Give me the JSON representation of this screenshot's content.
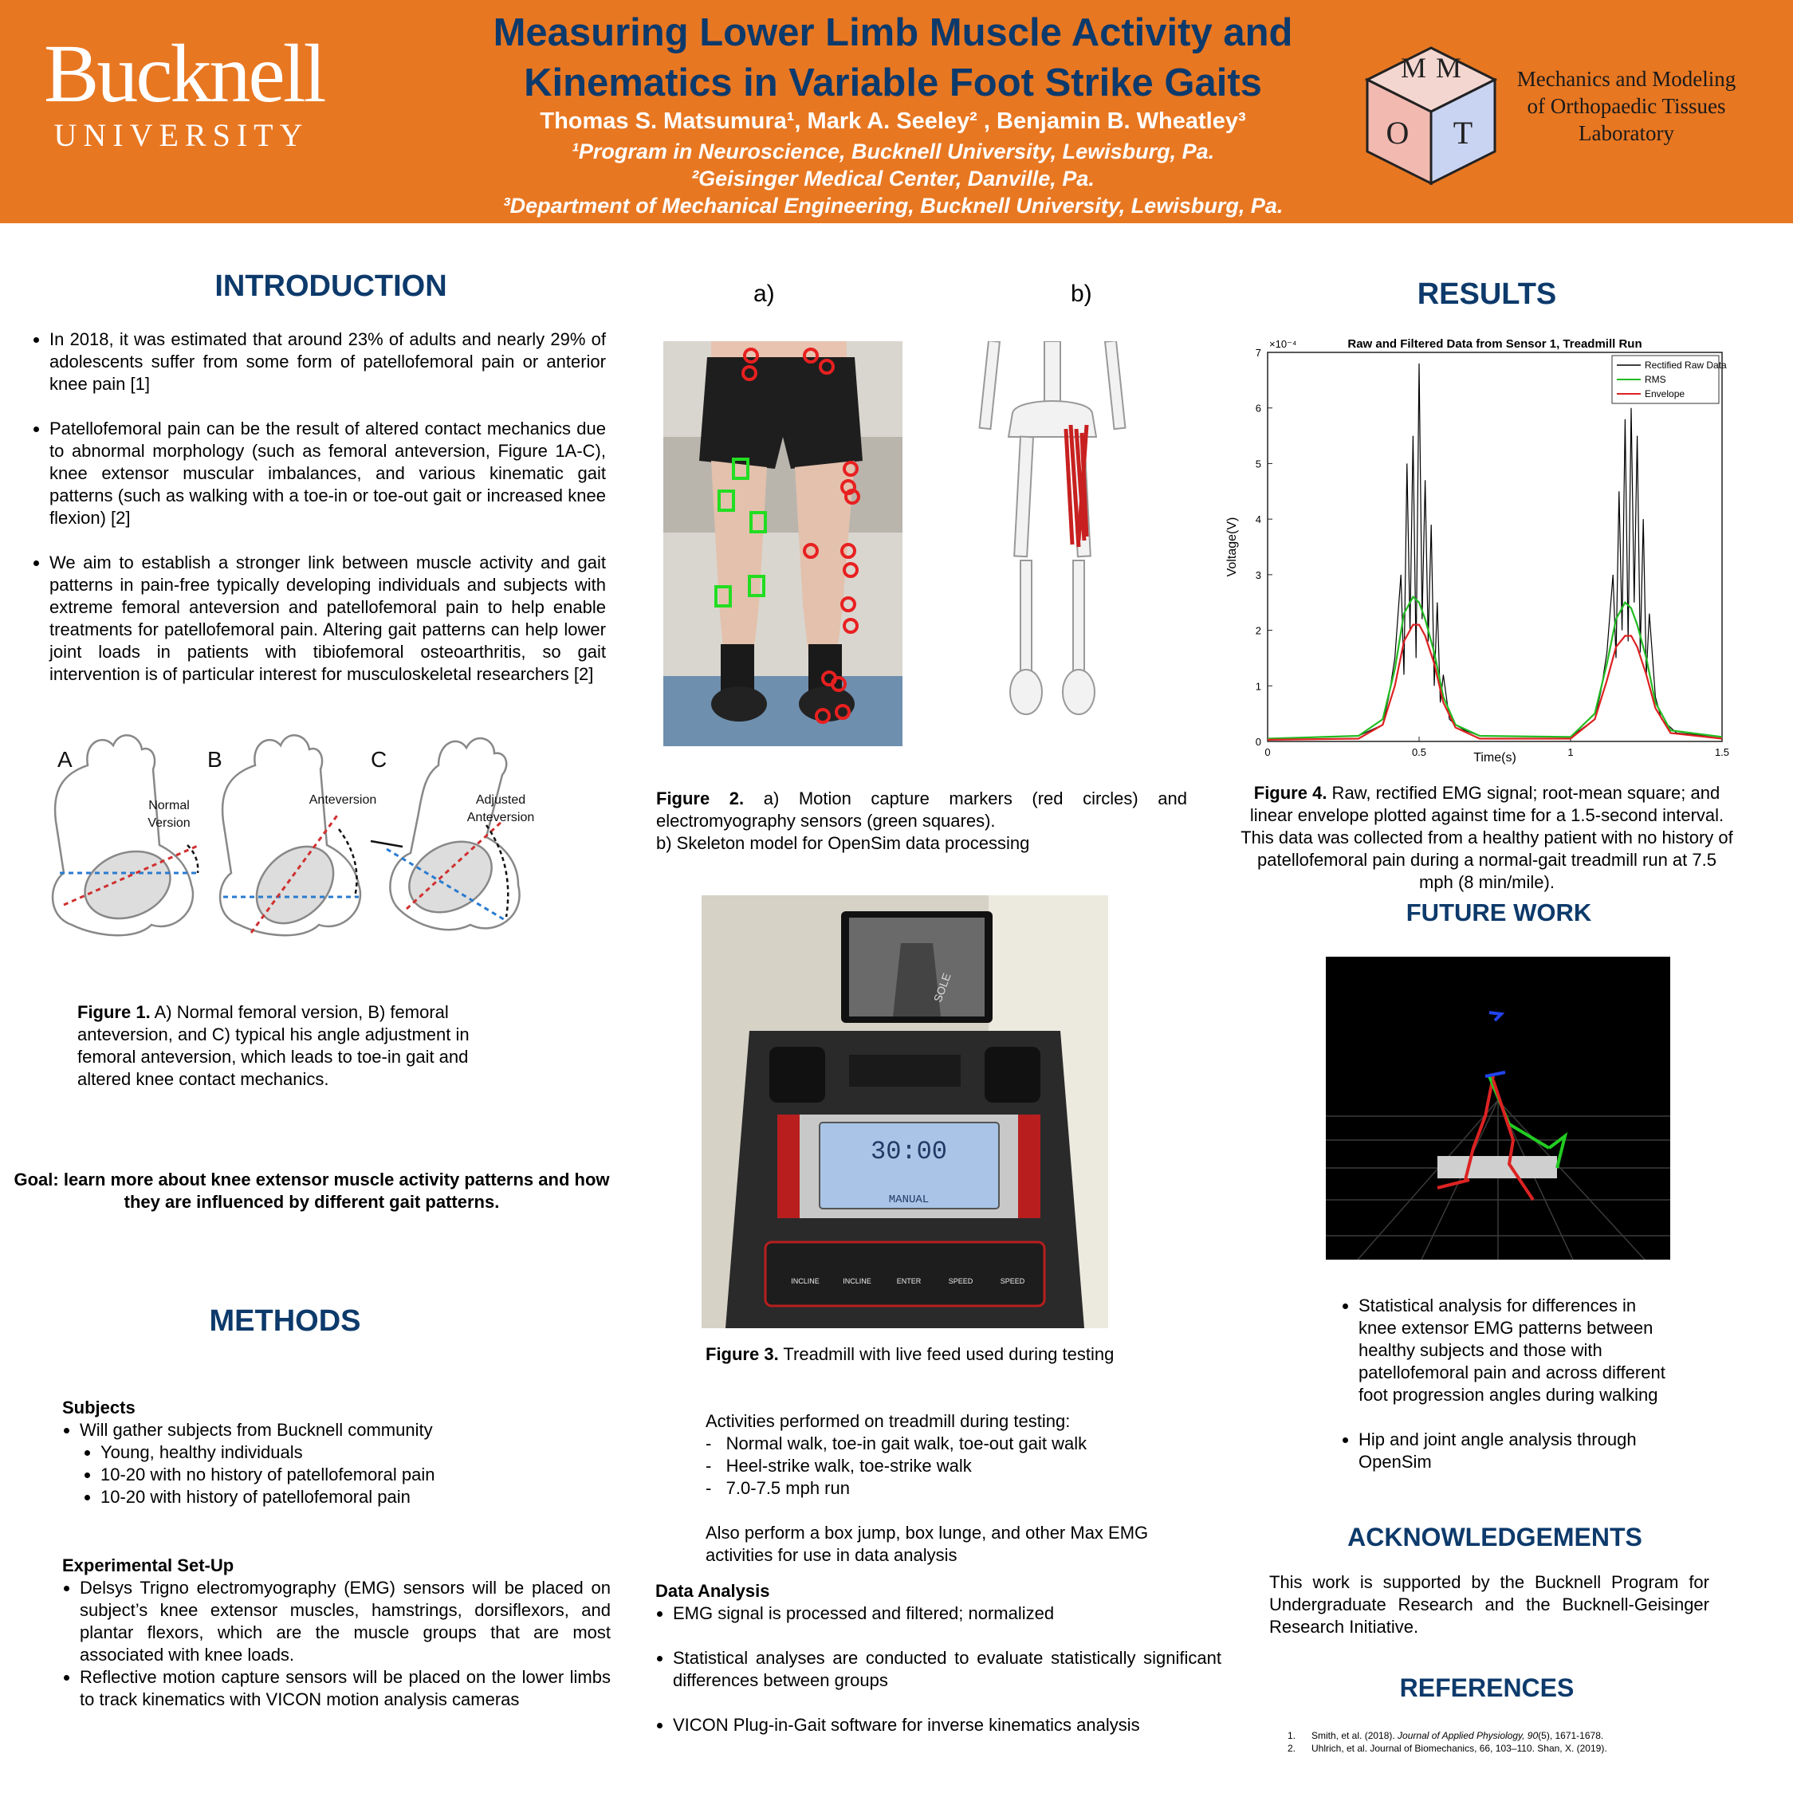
{
  "header": {
    "logo_word": "Bucknell",
    "logo_sub": "UNIVERSITY",
    "title_line1": "Measuring Lower Limb Muscle Activity and",
    "title_line2": "Kinematics in Variable Foot Strike Gaits",
    "authors": "Thomas S. Matsumura¹, Mark A. Seeley² , Benjamin B. Wheatley³",
    "affiliation1": "¹Program in Neuroscience, Bucknell University, Lewisburg, Pa.",
    "affiliation2": "²Geisinger Medical Center, Danville, Pa.",
    "affiliation3": "³Department of Mechanical Engineering, Bucknell University, Lewisburg, Pa.",
    "lab_logo_letters": [
      "M",
      "M",
      "O",
      "T"
    ],
    "lab_name_line1": "Mechanics and Modeling",
    "lab_name_line2": "of Orthopaedic Tissues",
    "lab_name_line3": "Laboratory"
  },
  "intro": {
    "heading": "INTRODUCTION",
    "bullets": [
      "In 2018, it was estimated that around 23% of adults and nearly 29% of adolescents suffer from some form of patellofemoral pain or anterior knee pain [1]",
      "Patellofemoral pain can be the result of altered contact mechanics due to abnormal morphology (such as femoral anteversion, Figure 1A-C), knee extensor muscular imbalances, and various kinematic gait patterns (such as walking with a toe-in or toe-out gait or increased knee flexion) [2]",
      "We aim to establish a stronger link between muscle activity and gait patterns in pain-free typically developing individuals and subjects with extreme femoral anteversion and patellofemoral pain to help enable treatments for patellofemoral pain.  Altering gait patterns can help lower joint loads in patients with tibiofemoral osteoarthritis, so gait intervention is of particular interest for musculoskeletal researchers [2]"
    ]
  },
  "figure1": {
    "panel_a": "A",
    "panel_b": "B",
    "panel_c": "C",
    "label_a1": "Normal",
    "label_a2": "Version",
    "label_b": "Anteversion",
    "label_c1": "Adjusted",
    "label_c2": "Anteversion",
    "caption_bold": "Figure 1.",
    "caption_text": "  A) Normal femoral version, B) femoral anteversion, and C) typical his angle adjustment in femoral anteversion, which leads to toe-in gait and altered knee contact mechanics."
  },
  "goal": "Goal: learn more about knee extensor muscle activity patterns and how they are influenced by different gait patterns.",
  "methods": {
    "heading": "METHODS",
    "subjects_heading": "Subjects",
    "subjects_main": "Will  gather subjects from Bucknell community",
    "subjects_sub": [
      "Young, healthy individuals",
      "10-20 with no history of patellofemoral pain",
      "10-20 with history of patellofemoral pain"
    ],
    "setup_heading": "Experimental Set-Up",
    "setup_bullets": [
      "Delsys Trigno electromyography (EMG) sensors will be placed on subject’s knee extensor muscles, hamstrings, dorsiflexors, and plantar flexors, which are the muscle groups that are most associated with knee loads.",
      "Reflective motion capture sensors will be placed on the lower limbs to track kinematics with VICON motion analysis cameras"
    ]
  },
  "figure2": {
    "label_a": "a)",
    "label_b": "b)",
    "caption_bold": "Figure 2.",
    "caption_line1": " a) Motion capture markers (red circles) and electromyography sensors (green  squares).",
    "caption_line2": "b) Skeleton model for OpenSim data processing"
  },
  "figure3": {
    "console_brand": "SOLE",
    "console_time": "30:00",
    "console_mode": "MANUAL",
    "console_buttons": [
      "INCLINE",
      "INCLINE",
      "ENTER",
      "SPEED",
      "SPEED"
    ],
    "caption_bold": "Figure 3.",
    "caption_text": "  Treadmill with live feed used during testing",
    "activities_intro": "Activities performed on treadmill during testing:",
    "activities": [
      "Normal walk, toe-in gait walk, toe-out gait walk",
      "Heel-strike walk, toe-strike walk",
      "7.0-7.5 mph run"
    ],
    "also": "Also perform a box jump, box lunge, and other Max EMG activities for use in data analysis"
  },
  "data_analysis": {
    "heading": "Data Analysis",
    "bullets": [
      "EMG signal is processed and filtered; normalized",
      "Statistical analyses are conducted to evaluate statistically significant differences between groups",
      "VICON Plug-in-Gait software for inverse kinematics analysis"
    ]
  },
  "results": {
    "heading": "RESULTS",
    "caption_bold": "Figure 4.",
    "caption_text": " Raw, rectified EMG signal; root-mean square; and linear envelope plotted against time for a 1.5-second interval.  This data was collected from a healthy patient with no history of patellofemoral pain during a normal-gait treadmill run at 7.5 mph (8 min/mile)."
  },
  "chart_data": {
    "type": "line",
    "title": "Raw and Filtered Data from Sensor 1, Treadmill Run",
    "xlabel": "Time(s)",
    "ylabel": "Voltage(V)",
    "y_multiplier": "×10⁻⁴",
    "xlim": [
      0,
      1.5
    ],
    "ylim": [
      0,
      7
    ],
    "x_ticks": [
      "0",
      "0.5",
      "1",
      "1.5"
    ],
    "y_ticks": [
      "0",
      "1",
      "2",
      "3",
      "4",
      "5",
      "6",
      "7"
    ],
    "grid": false,
    "legend_position": "top-right",
    "series": [
      {
        "name": "Rectified Raw Data",
        "color": "#000000",
        "x": [
          0,
          0.3,
          0.38,
          0.4,
          0.42,
          0.44,
          0.45,
          0.46,
          0.47,
          0.48,
          0.49,
          0.5,
          0.51,
          0.52,
          0.53,
          0.54,
          0.55,
          0.56,
          0.57,
          0.58,
          0.6,
          0.62,
          0.65,
          0.7,
          1.0,
          1.08,
          1.1,
          1.12,
          1.14,
          1.15,
          1.16,
          1.17,
          1.18,
          1.19,
          1.2,
          1.21,
          1.22,
          1.23,
          1.24,
          1.25,
          1.26,
          1.28,
          1.3,
          1.35,
          1.5
        ],
        "y": [
          0.05,
          0.1,
          0.3,
          0.8,
          1.5,
          3.0,
          1.2,
          5.0,
          2.0,
          5.5,
          1.5,
          6.8,
          2.2,
          4.7,
          1.8,
          3.9,
          1.0,
          2.5,
          0.7,
          1.2,
          0.4,
          0.3,
          0.2,
          0.1,
          0.08,
          0.4,
          0.9,
          1.6,
          3.0,
          1.5,
          4.5,
          2.0,
          5.8,
          1.8,
          6.0,
          2.5,
          5.5,
          1.6,
          4.0,
          1.2,
          2.3,
          0.8,
          0.4,
          0.15,
          0.08
        ]
      },
      {
        "name": "RMS",
        "color": "#22bb22",
        "x": [
          0,
          0.3,
          0.38,
          0.42,
          0.45,
          0.48,
          0.5,
          0.52,
          0.55,
          0.58,
          0.62,
          0.7,
          1.0,
          1.08,
          1.12,
          1.15,
          1.18,
          1.2,
          1.22,
          1.25,
          1.28,
          1.33,
          1.5
        ],
        "y": [
          0.05,
          0.1,
          0.4,
          1.3,
          2.3,
          2.6,
          2.5,
          2.2,
          1.6,
          0.8,
          0.3,
          0.1,
          0.08,
          0.5,
          1.4,
          2.2,
          2.5,
          2.4,
          2.1,
          1.5,
          0.7,
          0.2,
          0.08
        ]
      },
      {
        "name": "Envelope",
        "color": "#dd2222",
        "x": [
          0,
          0.3,
          0.38,
          0.42,
          0.45,
          0.48,
          0.5,
          0.52,
          0.55,
          0.58,
          0.62,
          0.7,
          1.0,
          1.08,
          1.12,
          1.15,
          1.18,
          1.2,
          1.22,
          1.25,
          1.28,
          1.33,
          1.5
        ],
        "y": [
          0.03,
          0.05,
          0.3,
          1.0,
          1.8,
          2.1,
          2.1,
          1.9,
          1.4,
          0.7,
          0.25,
          0.05,
          0.05,
          0.4,
          1.1,
          1.7,
          1.9,
          1.9,
          1.7,
          1.2,
          0.6,
          0.15,
          0.05
        ]
      }
    ]
  },
  "future": {
    "heading": "FUTURE WORK",
    "bullets": [
      "Statistical analysis for differences in knee extensor EMG patterns between healthy subjects and those with patellofemoral pain and across different foot progression angles during walking",
      "Hip and joint angle analysis through OpenSim"
    ]
  },
  "ack": {
    "heading": "ACKNOWLEDGEMENTS",
    "text": "This work is supported by the Bucknell Program for Undergraduate Research and the Bucknell-Geisinger Research Initiative."
  },
  "refs": {
    "heading": "REFERENCES",
    "ref1_num": "1.",
    "ref1_a": "Smith, et al. (2018). ",
    "ref1_b": "Journal of Applied Physiology, 90",
    "ref1_c": "(5), 1671-1678.",
    "ref2_num": "2.",
    "ref2": "Uhlrich, et al. Journal of Biomechanics, 66, 103–110. Shan, X. (2019)."
  },
  "colors": {
    "header_orange": "#e87722",
    "heading_navy": "#0d3a6b"
  }
}
